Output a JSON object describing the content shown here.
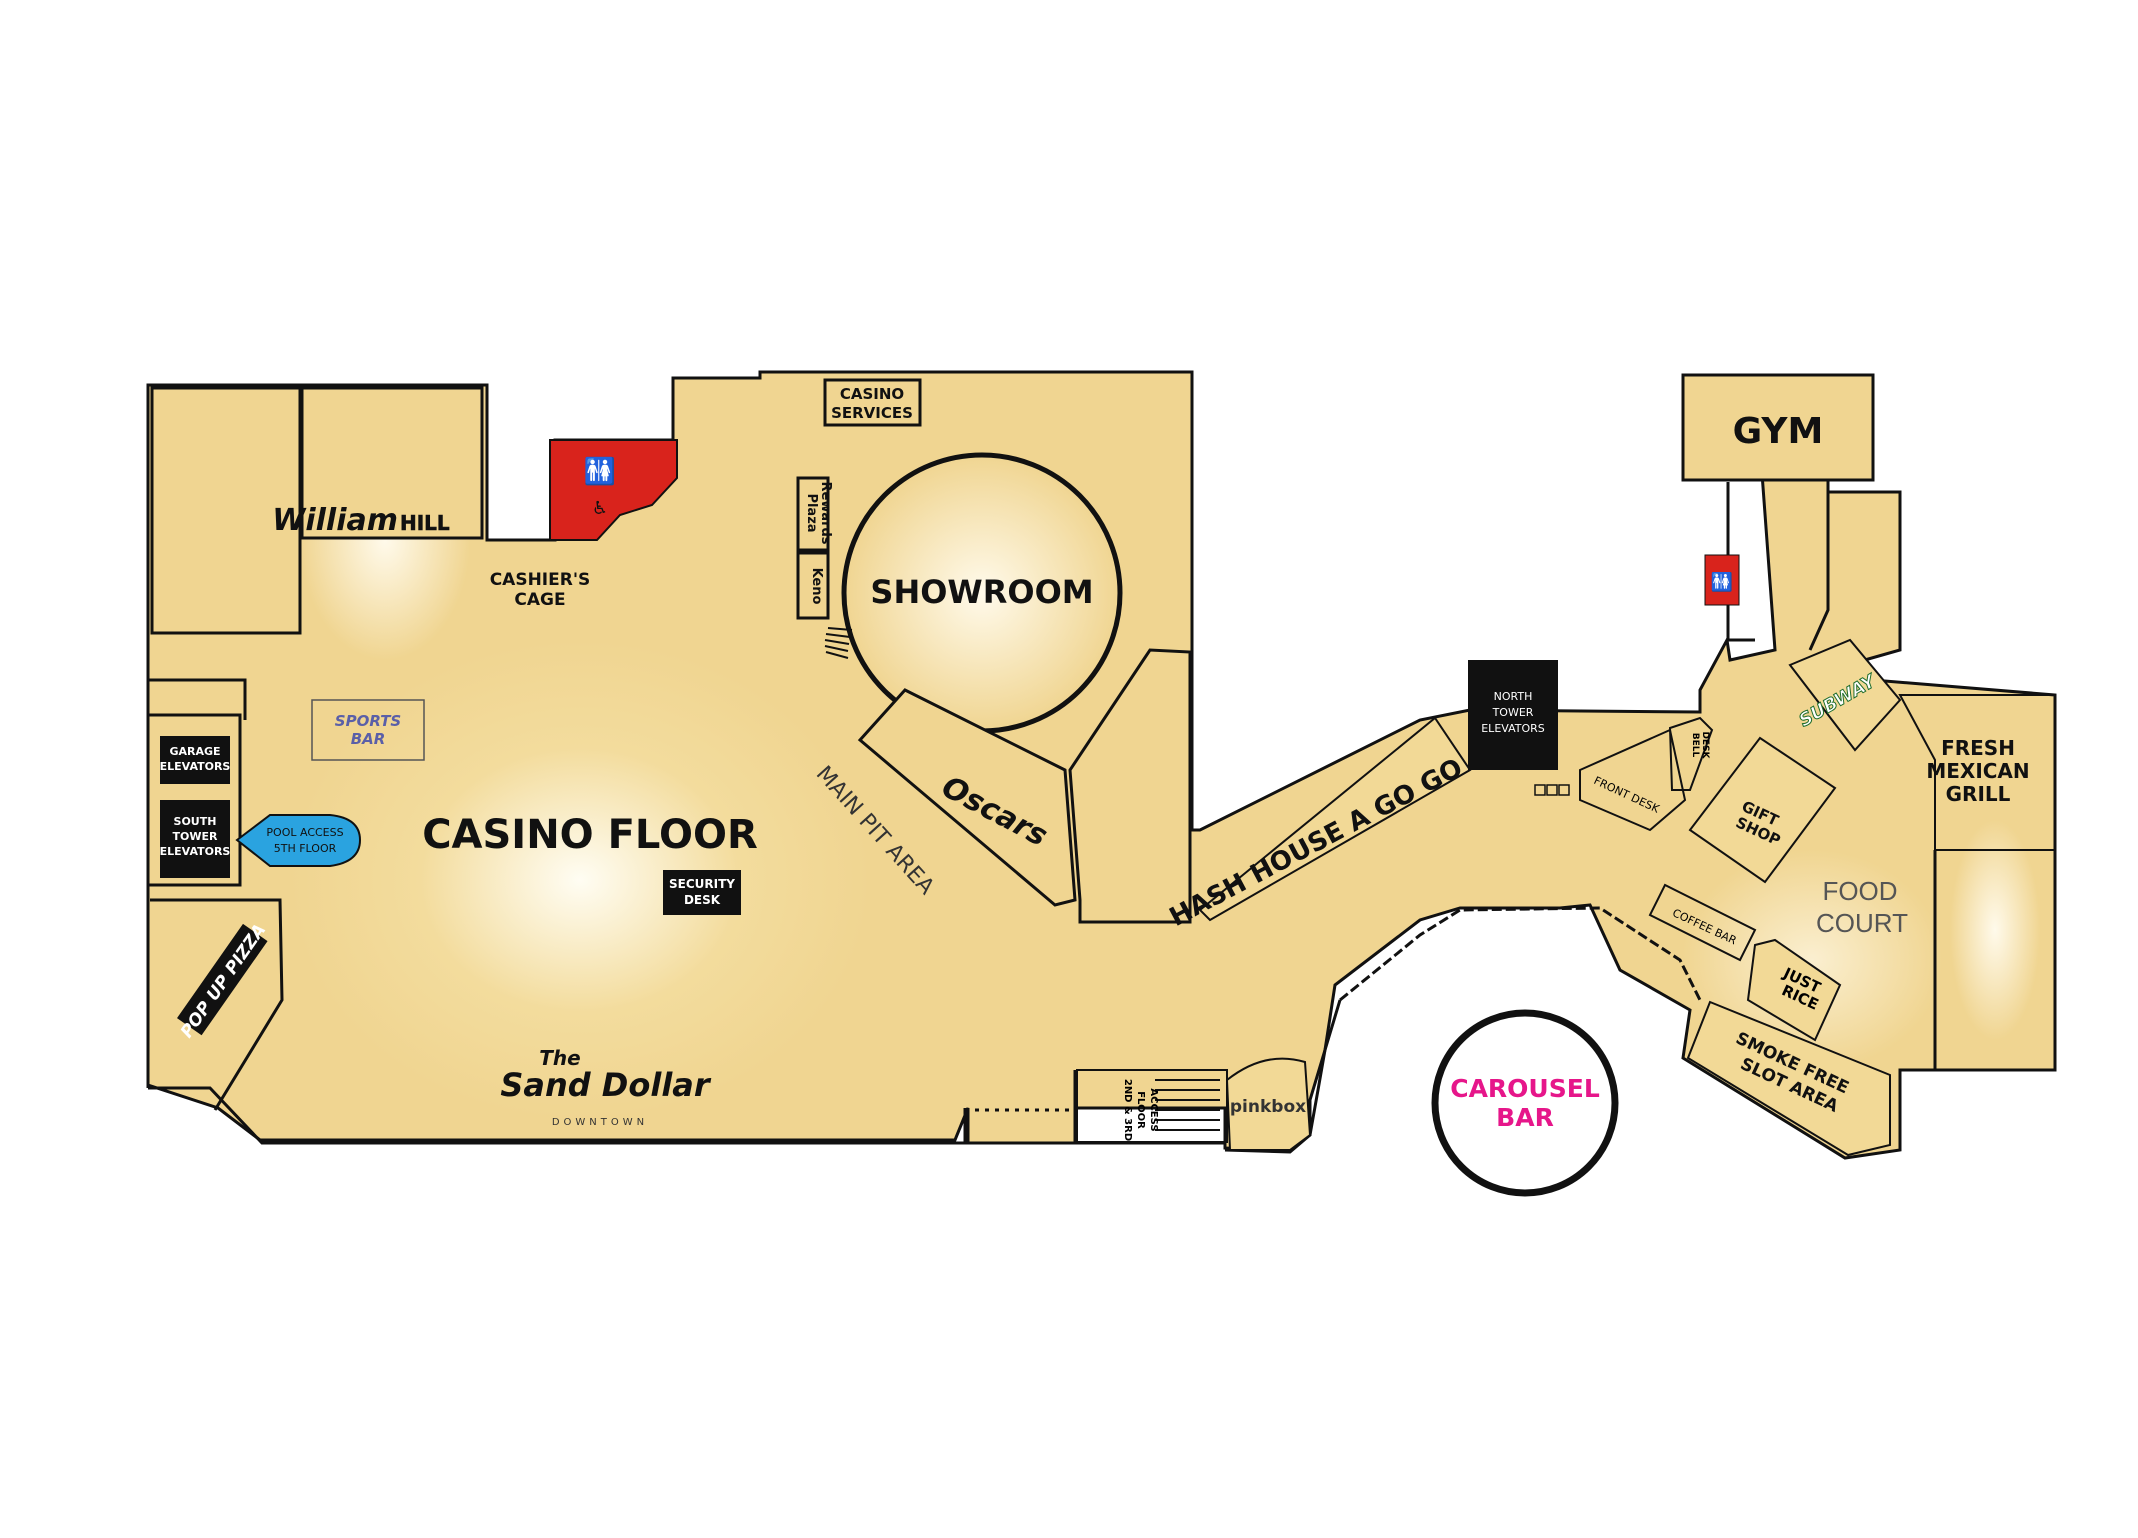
{
  "labels": {
    "william": "William",
    "hill": "HILL",
    "cashiers_cage_1": "CASHIER'S",
    "cashiers_cage_2": "CAGE",
    "casino_services_1": "CASINO",
    "casino_services_2": "SERVICES",
    "plaza_rewards_1": "Plaza",
    "plaza_rewards_2": "Rewards",
    "keno": "Keno",
    "showroom": "SHOWROOM",
    "sports_bar_1": "SPORTS",
    "sports_bar_2": "BAR",
    "garage_elevators_1": "GARAGE",
    "garage_elevators_2": "ELEVATORS",
    "south_tower_1": "SOUTH",
    "south_tower_2": "TOWER",
    "south_tower_3": "ELEVATORS",
    "pool_access_1": "POOL ACCESS",
    "pool_access_2": "5TH FLOOR",
    "casino_floor": "CASINO FLOOR",
    "security_desk_1": "SECURITY",
    "security_desk_2": "DESK",
    "main_pit_area": "MAIN PIT AREA",
    "oscars": "Oscars",
    "pop_up_pizza": "POP UP PIZZA",
    "sand_dollar_1": "The",
    "sand_dollar_2": "Sand Dollar",
    "sand_dollar_3": "DOWNTOWN",
    "stairs_1": "2ND & 3RD",
    "stairs_2": "FLOOR",
    "stairs_3": "ACCESS",
    "pinkbox": "pinkbox",
    "hash_house": "HASH HOUSE A GO GO",
    "north_tower_1": "NORTH",
    "north_tower_2": "TOWER",
    "north_tower_3": "ELEVATORS",
    "front_desk": "FRONT DESK",
    "bell_desk_1": "BELL",
    "bell_desk_2": "DESK",
    "gym": "GYM",
    "subway": "SUBWAY",
    "fresh_mex_1": "FRESH",
    "fresh_mex_2": "MEXICAN",
    "fresh_mex_3": "GRILL",
    "gift_shop_1": "GIFT",
    "gift_shop_2": "SHOP",
    "food_court_1": "FOOD",
    "food_court_2": "COURT",
    "coffee_bar": "COFFEE BAR",
    "just_rice_1": "JUST",
    "just_rice_2": "RICE",
    "smoke_free_1": "SMOKE FREE",
    "smoke_free_2": "SLOT AREA",
    "carousel_1": "CAROUSEL",
    "carousel_2": "BAR"
  },
  "colors": {
    "floor": "#f0d591",
    "restroom": "#d9231c",
    "pool_arrow": "#2aa3e0",
    "carousel_text": "#e6168a",
    "elevator_box": "#111111",
    "sports_bar_text": "#5a5fa8"
  },
  "icons": {
    "restroom": "restroom-icon",
    "accessible": "wheelchair-icon",
    "arrow": "arrow-left-icon"
  }
}
